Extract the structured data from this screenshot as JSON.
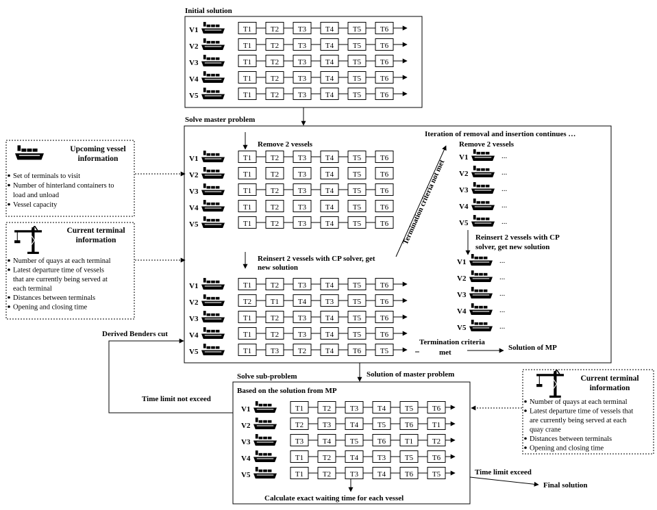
{
  "initial": {
    "title": "Initial solution",
    "rows": [
      {
        "vessel": "V1",
        "tasks": [
          "T1",
          "T2",
          "T3",
          "T4",
          "T5",
          "T6"
        ]
      },
      {
        "vessel": "V2",
        "tasks": [
          "T1",
          "T2",
          "T3",
          "T4",
          "T5",
          "T6"
        ]
      },
      {
        "vessel": "V3",
        "tasks": [
          "T1",
          "T2",
          "T3",
          "T4",
          "T5",
          "T6"
        ]
      },
      {
        "vessel": "V4",
        "tasks": [
          "T1",
          "T2",
          "T3",
          "T4",
          "T5",
          "T6"
        ]
      },
      {
        "vessel": "V5",
        "tasks": [
          "T1",
          "T2",
          "T3",
          "T4",
          "T5",
          "T6"
        ]
      }
    ]
  },
  "master": {
    "title": "Solve master problem",
    "remove_label": "Remove 2  vessels",
    "removal_rows": [
      {
        "vessel": "V1",
        "tasks": [
          "T1",
          "T2",
          "T3",
          "T4",
          "T5",
          "T6"
        ],
        "removed": false
      },
      {
        "vessel": "V2",
        "tasks": [
          "T1",
          "T2",
          "T3",
          "T4",
          "T5",
          "T6"
        ],
        "removed": true
      },
      {
        "vessel": "V3",
        "tasks": [
          "T1",
          "T2",
          "T3",
          "T4",
          "T5",
          "T6"
        ],
        "removed": false
      },
      {
        "vessel": "V4",
        "tasks": [
          "T1",
          "T2",
          "T3",
          "T4",
          "T5",
          "T6"
        ],
        "removed": true
      },
      {
        "vessel": "V5",
        "tasks": [
          "T1",
          "T2",
          "T3",
          "T4",
          "T5",
          "T6"
        ],
        "removed": false
      }
    ],
    "reinsert_label_1": "Reinsert 2 vessels with CP solver, get",
    "reinsert_label_2": "new solution",
    "new_rows": [
      {
        "vessel": "V1",
        "tasks": [
          "T1",
          "T2",
          "T3",
          "T4",
          "T5",
          "T6"
        ]
      },
      {
        "vessel": "V2",
        "tasks": [
          "T2",
          "T1",
          "T4",
          "T3",
          "T5",
          "T6"
        ]
      },
      {
        "vessel": "V3",
        "tasks": [
          "T1",
          "T2",
          "T3",
          "T4",
          "T5",
          "T6"
        ]
      },
      {
        "vessel": "V4",
        "tasks": [
          "T1",
          "T2",
          "T3",
          "T4",
          "T5",
          "T6"
        ]
      },
      {
        "vessel": "V5",
        "tasks": [
          "T1",
          "T3",
          "T2",
          "T4",
          "T6",
          "T5"
        ]
      }
    ],
    "termination_not_met": "Termination criteria not met",
    "termination_met_1": "Termination criteria",
    "termination_met_2": "met",
    "solution_of_mp": "Solution of MP",
    "iteration_label": "Iteration of removal and insertion continues …",
    "iter_remove_label": "Remove 2  vessels",
    "iter_vessels": [
      "V1",
      "V2",
      "V3",
      "V4",
      "V5"
    ],
    "ellipsis": "...",
    "iter_reinsert_1": "Reinsert 2 vessels with CP",
    "iter_reinsert_2": "solver, get new solution"
  },
  "upcoming": {
    "title_1": "Upcoming vessel",
    "title_2": "information",
    "items": [
      "Set of terminals to visit",
      "Number of hinterland containers to",
      "load and unload",
      "Vessel capacity"
    ]
  },
  "terminal_left": {
    "title_1": "Current terminal",
    "title_2": "information",
    "items": [
      "Number of quays at each terminal",
      "Latest departure time of vessels",
      "that are currently being served at",
      "each terminal",
      "Distances between terminals",
      "Opening and closing time"
    ]
  },
  "terminal_right": {
    "title_1": "Current terminal",
    "title_2": "information",
    "items": [
      "Number of quays at each terminal",
      "Latest departure time of vessels that",
      "are currently being served at each",
      "quay crane",
      "Distances between terminals",
      "Opening and closing time"
    ]
  },
  "sub": {
    "solve_sub": "Solve sub-problem",
    "solution_master": "Solution of master problem",
    "based_on": "Based on the solution from MP",
    "rows": [
      {
        "vessel": "V1",
        "tasks": [
          "T1",
          "T2",
          "T3",
          "T4",
          "T5",
          "T6"
        ]
      },
      {
        "vessel": "V2",
        "tasks": [
          "T2",
          "T3",
          "T4",
          "T5",
          "T6",
          "T1"
        ]
      },
      {
        "vessel": "V3",
        "tasks": [
          "T3",
          "T4",
          "T5",
          "T6",
          "T1",
          "T2"
        ]
      },
      {
        "vessel": "V4",
        "tasks": [
          "T1",
          "T2",
          "T4",
          "T3",
          "T5",
          "T6"
        ]
      },
      {
        "vessel": "V5",
        "tasks": [
          "T1",
          "T2",
          "T3",
          "T4",
          "T6",
          "T5"
        ]
      }
    ],
    "calculate": "Calculate exact waiting time for each vessel"
  },
  "labels": {
    "derived_benders": "Derived Benders cut",
    "time_limit_not": "Time limit not exceed",
    "time_limit_exceed": "Time limit exceed",
    "final_solution": "Final solution"
  },
  "icons": {
    "vessel": "ship-icon",
    "terminal": "quay-crane-icon"
  }
}
